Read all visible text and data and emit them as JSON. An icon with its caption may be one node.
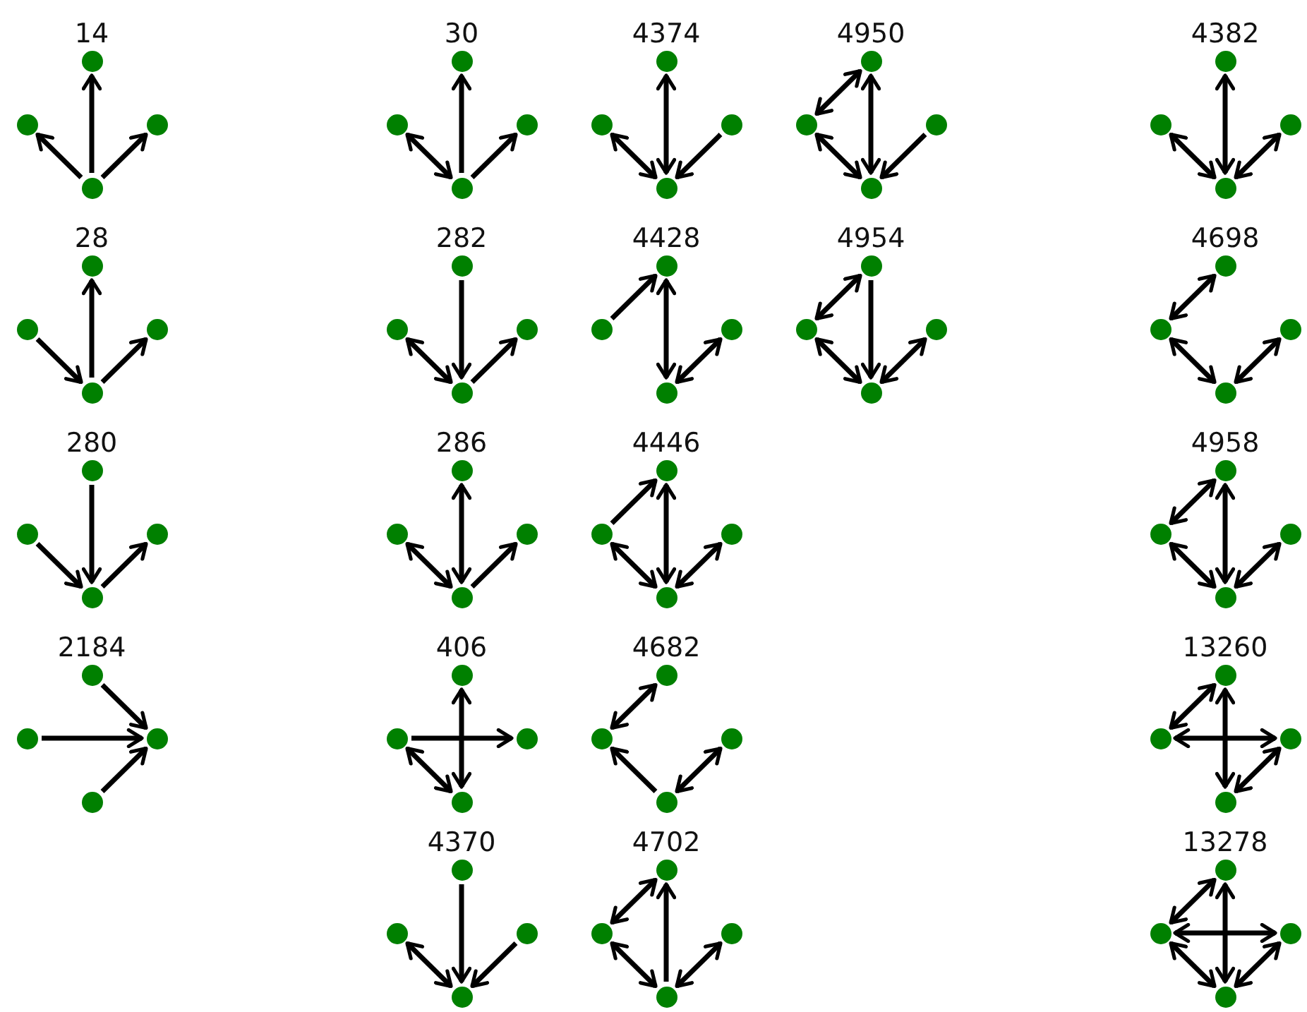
{
  "diagram": {
    "nodes": [
      {
        "text": [],
        "shape": "circle"
      },
      {
        "text": [],
        "shape": "circle"
      },
      {
        "text": [],
        "shape": "circle"
      },
      {
        "text": [],
        "shape": "circle"
      },
      {
        "text": [],
        "shape": "circle"
      },
      {
        "text": [],
        "shape": "circle"
      },
      {
        "text": [],
        "shape": "circle"
      },
      {
        "text": [],
        "shape": "circle"
      },
      {
        "text": [],
        "shape": "circle"
      },
      {
        "text": [],
        "shape": "circle"
      },
      {
        "text": [],
        "shape": "circle"
      },
      {
        "text": [],
        "shape": "circle"
      },
      {
        "text": [],
        "shape": "circle"
      },
      {
        "text": [],
        "shape": "circle"
      },
      {
        "text": [],
        "shape": "circle"
      },
      {
        "text": [],
        "shape": "circle"
      },
      {
        "text": [],
        "shape": "circle"
      },
      {
        "text": [],
        "shape": "circle"
      },
      {
        "text": [],
        "shape": "circle"
      },
      {
        "text": [],
        "shape": "circle"
      },
      {
        "text": [],
        "shape": "circle"
      },
      {
        "text": [],
        "shape": "circle"
      },
      {
        "text": [],
        "shape": "circle"
      },
      {
        "text": [],
        "shape": "circle"
      },
      {
        "text": [],
        "shape": "circle"
      },
      {
        "text": [],
        "shape": "circle"
      },
      {
        "text": [],
        "shape": "circle"
      },
      {
        "text": [],
        "shape": "circle"
      },
      {
        "text": [],
        "shape": "circle"
      },
      {
        "text": [],
        "shape": "circle"
      },
      {
        "text": [],
        "shape": "circle"
      },
      {
        "text": [],
        "shape": "circle"
      },
      {
        "text": [],
        "shape": "circle"
      },
      {
        "text": [],
        "shape": "circle"
      },
      {
        "text": [],
        "shape": "circle"
      },
      {
        "text": [],
        "shape": "circle"
      },
      {
        "text": [],
        "shape": "circle"
      },
      {
        "text": [],
        "shape": "circle"
      },
      {
        "text": [],
        "shape": "circle"
      },
      {
        "text": [],
        "shape": "circle"
      },
      {
        "text": [],
        "shape": "circle"
      },
      {
        "text": [],
        "shape": "circle"
      },
      {
        "text": [],
        "shape": "circle"
      },
      {
        "text": [],
        "shape": "circle"
      },
      {
        "text": [],
        "shape": "circle"
      },
      {
        "text": [],
        "shape": "circle"
      },
      {
        "text": [],
        "shape": "circle"
      },
      {
        "text": [],
        "shape": "circle"
      },
      {
        "text": [],
        "shape": "circle"
      },
      {
        "text": [],
        "shape": "circle"
      },
      {
        "text": [],
        "shape": "circle"
      },
      {
        "text": [],
        "shape": "circle"
      },
      {
        "text": [],
        "shape": "circle"
      },
      {
        "text": [],
        "shape": "circle"
      },
      {
        "text": [],
        "shape": "circle"
      },
      {
        "text": [],
        "shape": "circle"
      },
      {
        "text": [],
        "shape": "circle"
      },
      {
        "text": [],
        "shape": "circle"
      },
      {
        "text": [],
        "shape": "circle"
      },
      {
        "text": [],
        "shape": "circle"
      },
      {
        "text": [],
        "shape": "circle"
      },
      {
        "text": [],
        "shape": "circle"
      },
      {
        "text": [],
        "shape": "circle"
      },
      {
        "text": [],
        "shape": "circle"
      },
      {
        "text": [],
        "shape": "circle"
      },
      {
        "text": [],
        "shape": "circle"
      },
      {
        "text": [],
        "shape": "circle"
      },
      {
        "text": [],
        "shape": "circle"
      },
      {
        "text": [],
        "shape": "circle"
      },
      {
        "text": [],
        "shape": "circle"
      },
      {
        "text": [],
        "shape": "circle"
      },
      {
        "text": [],
        "shape": "circle"
      },
      {
        "text": [],
        "shape": "circle"
      },
      {
        "text": [],
        "shape": "circle"
      },
      {
        "text": [],
        "shape": "circle"
      },
      {
        "text": [],
        "shape": "circle"
      },
      {
        "text": [],
        "shape": "circle"
      },
      {
        "text": [],
        "shape": "circle"
      },
      {
        "text": [],
        "shape": "circle"
      },
      {
        "text": [],
        "shape": "circle"
      },
      {
        "text": [],
        "shape": "circle"
      },
      {
        "text": [],
        "shape": "circle"
      },
      {
        "text": [],
        "shape": "circle"
      },
      {
        "text": [],
        "shape": "circle"
      }
    ],
    "edges": [
      {
        "from": 3,
        "to": 0,
        "arrow": "to"
      },
      {
        "from": 3,
        "to": 1,
        "arrow": "to"
      },
      {
        "from": 3,
        "to": 2,
        "arrow": "to"
      },
      {
        "from": 7,
        "to": 4,
        "arrow": "to"
      },
      {
        "from": 5,
        "to": 7,
        "arrow": "both"
      },
      {
        "from": 7,
        "to": 6,
        "arrow": "to"
      },
      {
        "from": 8,
        "to": 11,
        "arrow": "both"
      },
      {
        "from": 9,
        "to": 11,
        "arrow": "both"
      },
      {
        "from": 10,
        "to": 11,
        "arrow": "to"
      },
      {
        "from": 12,
        "to": 13,
        "arrow": "both"
      },
      {
        "from": 12,
        "to": 15,
        "arrow": "both"
      },
      {
        "from": 13,
        "to": 15,
        "arrow": "both"
      },
      {
        "from": 14,
        "to": 15,
        "arrow": "to"
      },
      {
        "from": 16,
        "to": 19,
        "arrow": "both"
      },
      {
        "from": 17,
        "to": 19,
        "arrow": "both"
      },
      {
        "from": 18,
        "to": 19,
        "arrow": "both"
      },
      {
        "from": 23,
        "to": 20,
        "arrow": "to"
      },
      {
        "from": 21,
        "to": 23,
        "arrow": "to"
      },
      {
        "from": 23,
        "to": 22,
        "arrow": "to"
      },
      {
        "from": 24,
        "to": 27,
        "arrow": "to"
      },
      {
        "from": 25,
        "to": 27,
        "arrow": "both"
      },
      {
        "from": 27,
        "to": 26,
        "arrow": "to"
      },
      {
        "from": 29,
        "to": 28,
        "arrow": "to"
      },
      {
        "from": 28,
        "to": 31,
        "arrow": "both"
      },
      {
        "from": 30,
        "to": 31,
        "arrow": "both"
      },
      {
        "from": 32,
        "to": 33,
        "arrow": "both"
      },
      {
        "from": 32,
        "to": 35,
        "arrow": "to"
      },
      {
        "from": 33,
        "to": 35,
        "arrow": "both"
      },
      {
        "from": 34,
        "to": 35,
        "arrow": "both"
      },
      {
        "from": 36,
        "to": 37,
        "arrow": "both"
      },
      {
        "from": 37,
        "to": 39,
        "arrow": "both"
      },
      {
        "from": 38,
        "to": 39,
        "arrow": "both"
      },
      {
        "from": 40,
        "to": 43,
        "arrow": "to"
      },
      {
        "from": 41,
        "to": 43,
        "arrow": "to"
      },
      {
        "from": 43,
        "to": 42,
        "arrow": "to"
      },
      {
        "from": 44,
        "to": 47,
        "arrow": "both"
      },
      {
        "from": 45,
        "to": 47,
        "arrow": "both"
      },
      {
        "from": 47,
        "to": 46,
        "arrow": "to"
      },
      {
        "from": 49,
        "to": 48,
        "arrow": "to"
      },
      {
        "from": 48,
        "to": 51,
        "arrow": "both"
      },
      {
        "from": 49,
        "to": 51,
        "arrow": "both"
      },
      {
        "from": 50,
        "to": 51,
        "arrow": "both"
      },
      {
        "from": 52,
        "to": 53,
        "arrow": "both"
      },
      {
        "from": 52,
        "to": 55,
        "arrow": "both"
      },
      {
        "from": 53,
        "to": 55,
        "arrow": "both"
      },
      {
        "from": 54,
        "to": 55,
        "arrow": "both"
      },
      {
        "from": 56,
        "to": 58,
        "arrow": "to"
      },
      {
        "from": 57,
        "to": 58,
        "arrow": "to"
      },
      {
        "from": 59,
        "to": 58,
        "arrow": "to"
      },
      {
        "from": 60,
        "to": 63,
        "arrow": "both"
      },
      {
        "from": 61,
        "to": 62,
        "arrow": "to"
      },
      {
        "from": 61,
        "to": 63,
        "arrow": "both"
      },
      {
        "from": 64,
        "to": 65,
        "arrow": "both"
      },
      {
        "from": 67,
        "to": 65,
        "arrow": "to"
      },
      {
        "from": 66,
        "to": 67,
        "arrow": "both"
      },
      {
        "from": 68,
        "to": 69,
        "arrow": "both"
      },
      {
        "from": 68,
        "to": 71,
        "arrow": "both"
      },
      {
        "from": 69,
        "to": 70,
        "arrow": "both"
      },
      {
        "from": 70,
        "to": 71,
        "arrow": "both"
      },
      {
        "from": 72,
        "to": 75,
        "arrow": "to"
      },
      {
        "from": 73,
        "to": 75,
        "arrow": "both"
      },
      {
        "from": 74,
        "to": 75,
        "arrow": "to"
      },
      {
        "from": 76,
        "to": 77,
        "arrow": "both"
      },
      {
        "from": 79,
        "to": 76,
        "arrow": "to"
      },
      {
        "from": 77,
        "to": 79,
        "arrow": "both"
      },
      {
        "from": 78,
        "to": 79,
        "arrow": "both"
      },
      {
        "from": 80,
        "to": 81,
        "arrow": "both"
      },
      {
        "from": 80,
        "to": 83,
        "arrow": "both"
      },
      {
        "from": 81,
        "to": 82,
        "arrow": "both"
      },
      {
        "from": 81,
        "to": 83,
        "arrow": "both"
      },
      {
        "from": 82,
        "to": 83,
        "arrow": "both"
      }
    ],
    "labels": [
      "14",
      "30",
      "4374",
      "4950",
      "4382",
      "28",
      "282",
      "4428",
      "4954",
      "4698",
      "280",
      "286",
      "4446",
      "4958",
      "2184",
      "406",
      "4682",
      "13260",
      "4370",
      "4702",
      "13278"
    ]
  }
}
